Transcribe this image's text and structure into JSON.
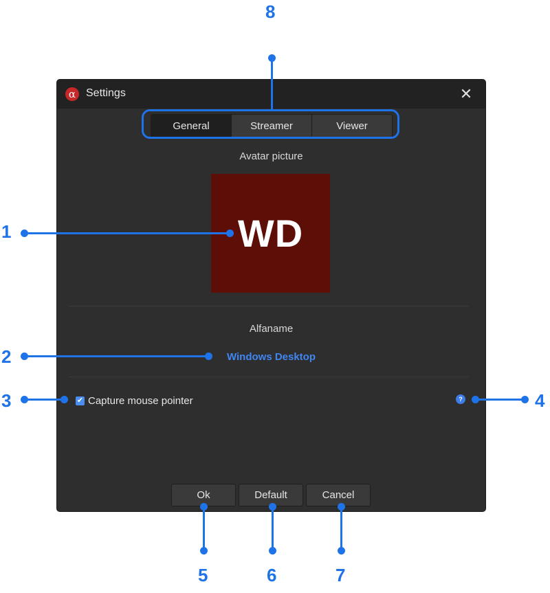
{
  "dialog": {
    "title": "Settings",
    "logo_glyph": "α",
    "close_glyph": "✕",
    "tabs": [
      {
        "label": "General",
        "active": true
      },
      {
        "label": "Streamer",
        "active": false
      },
      {
        "label": "Viewer",
        "active": false
      }
    ],
    "avatar_section_label": "Avatar picture",
    "avatar_initials": "WD",
    "avatar_color": "#5c0e07",
    "alfaname_label": "Alfaname",
    "alfaname_value": "Windows Desktop",
    "capture_mouse": {
      "label": "Capture mouse pointer",
      "checked": true
    },
    "help_glyph": "?",
    "buttons": {
      "ok": "Ok",
      "default": "Default",
      "cancel": "Cancel"
    }
  },
  "annotations": {
    "n1": "1",
    "n2": "2",
    "n3": "3",
    "n4": "4",
    "n5": "5",
    "n6": "6",
    "n7": "7",
    "n8": "8"
  },
  "colors": {
    "annotation": "#1f73e8",
    "dialog_bg": "#2e2e2e",
    "titlebar_bg": "#222222",
    "link": "#3f86f3"
  }
}
